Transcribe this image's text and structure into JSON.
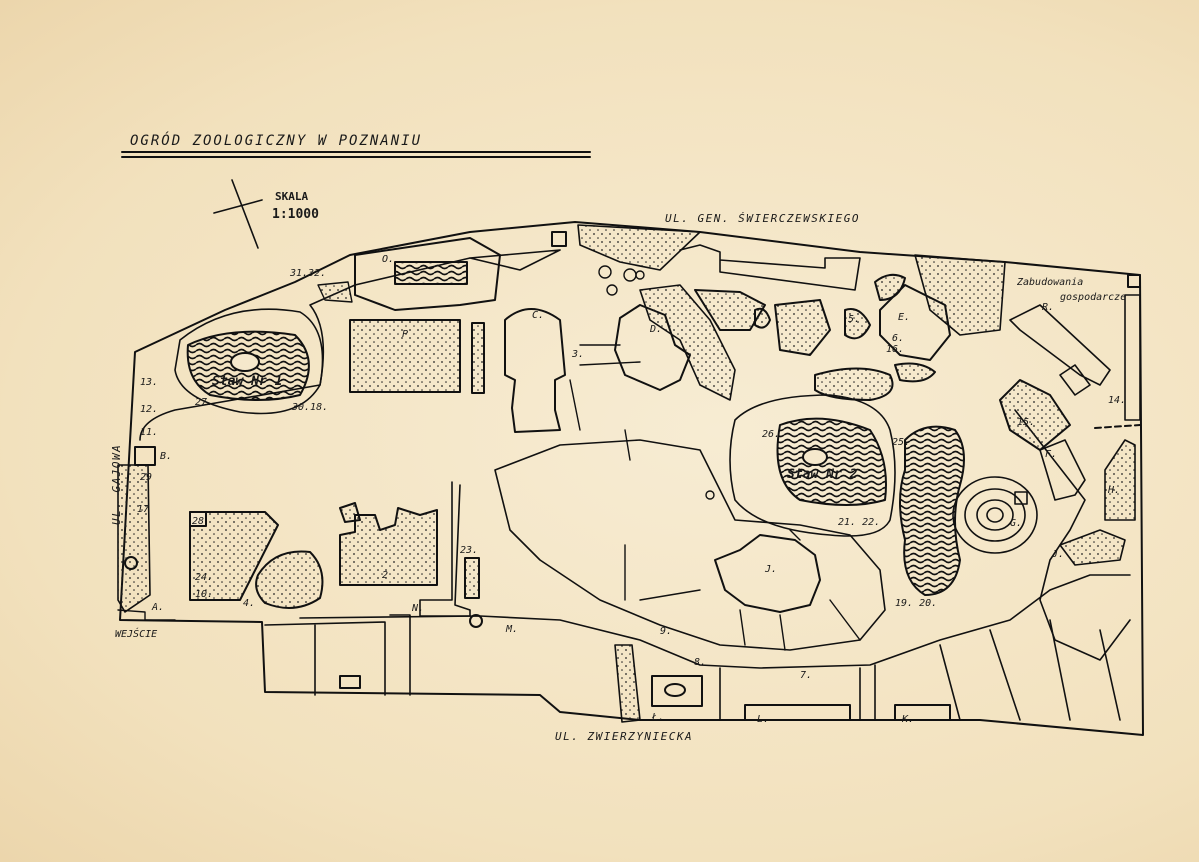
{
  "title": "OGRÓD ZOOLOGICZNY W POZNANIU",
  "scale": {
    "label": "SKALA",
    "ratio": "1:1000"
  },
  "compass_icon": "north-arrow-icon",
  "streets": {
    "north": "UL. GEN. ŚWIERCZEWSKIEGO",
    "south": "UL. ZWIERZYNIECKA",
    "west": "UL. GAJOWA"
  },
  "entrance": "WEJŚCIE",
  "farm_buildings_line1": "Zabudowania",
  "farm_buildings_line2": "gospodarcze",
  "ponds": {
    "pond1": "Staw Nr 1",
    "pond2": "Staw Nr 2"
  },
  "letters": {
    "O": "O.",
    "P": "P",
    "C": "C.",
    "D": "D.",
    "E": "E.",
    "R": "R.",
    "F": "F.",
    "G": "G.",
    "H": "H.",
    "J": "J.",
    "Jj": "J.",
    "B": "B.",
    "N": "N.",
    "M": "M.",
    "L1": "Ł.",
    "L2": "L.",
    "K": "K.",
    "A": "A.",
    "n2": "2"
  },
  "numbers": {
    "n3132": "31.32.",
    "n13": "13.",
    "n12": "12.",
    "n11": "11.",
    "n27": "27.",
    "n3018": "30.18.",
    "n29": "29",
    "n17": "17",
    "n28": "28",
    "n24": "24.",
    "n10": "10.",
    "n4": "4.",
    "n23": "23.",
    "n3": "3.",
    "n9": "9.",
    "n8": "8.",
    "n7": "7.",
    "n26": "26.",
    "n2122": "21. 22.",
    "n25": "25.",
    "n1920": "19. 20.",
    "n15": "15.",
    "n14": "14.",
    "n16": "16.",
    "n5": "5.",
    "n6": "6."
  }
}
